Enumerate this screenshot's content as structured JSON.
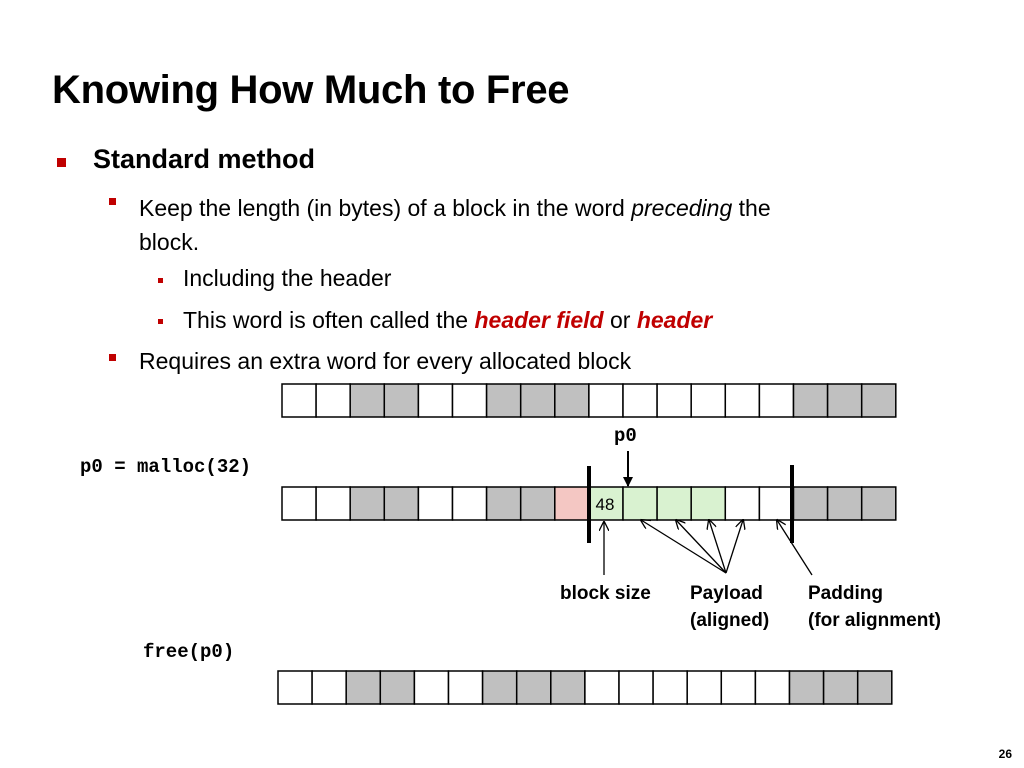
{
  "slide": {
    "title": "Knowing How Much to Free",
    "bullet1": "Standard method",
    "sub1_a": "Keep the length (in bytes) of a block in the word ",
    "sub1_em": "preceding",
    "sub1_b": " the",
    "sub1_line2": "block.",
    "subsub1": "Including the header",
    "subsub2_a": "This word is often called the ",
    "subsub2_hf": "header field",
    "subsub2_or": " or ",
    "subsub2_h": "header",
    "sub2": "Requires an extra word for every allocated block",
    "page_number": "26"
  },
  "diagram": {
    "colors": {
      "allocated": "#c0c0c0",
      "free": "#ffffff",
      "header": "#f4c7c3",
      "payload": "#d9f2d0",
      "border": "#000000"
    },
    "rows": [
      {
        "label": "",
        "cells": [
          "free",
          "free",
          "allocated",
          "allocated",
          "free",
          "free",
          "allocated",
          "allocated",
          "allocated",
          "free",
          "free",
          "free",
          "free",
          "free",
          "free",
          "allocated",
          "allocated",
          "allocated"
        ]
      },
      {
        "label": "p0 = malloc(32)",
        "cells": [
          "free",
          "free",
          "allocated",
          "allocated",
          "free",
          "free",
          "allocated",
          "allocated",
          "header",
          "payload",
          "payload",
          "payload",
          "payload",
          "free",
          "free",
          "allocated",
          "allocated",
          "allocated"
        ]
      },
      {
        "label": "free(p0)",
        "cells": [
          "free",
          "free",
          "allocated",
          "allocated",
          "free",
          "free",
          "allocated",
          "allocated",
          "allocated",
          "free",
          "free",
          "free",
          "free",
          "free",
          "free",
          "allocated",
          "allocated",
          "allocated"
        ]
      }
    ],
    "header_value": "48",
    "pointer_label": "p0",
    "labels": {
      "block_size": "block size",
      "payload": "Payload",
      "payload_note": "(aligned)",
      "padding": "Padding",
      "padding_note": "(for alignment)"
    }
  }
}
